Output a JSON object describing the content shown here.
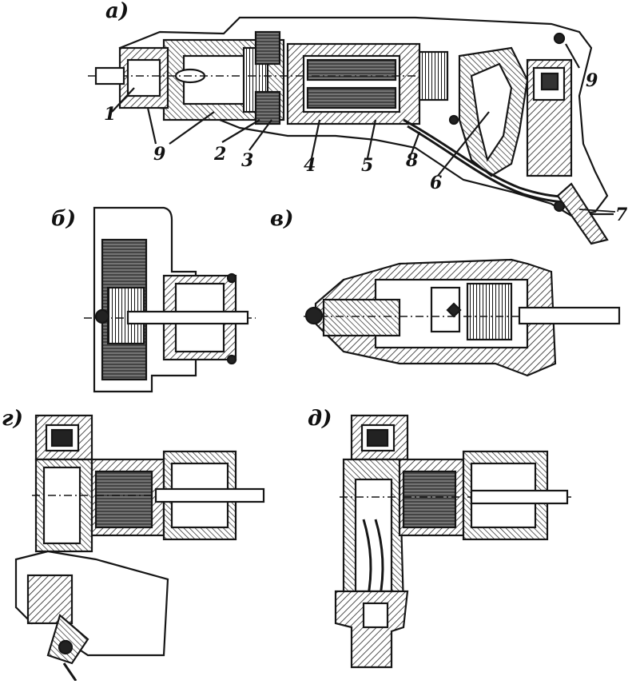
{
  "figure": {
    "panels": [
      {
        "id": "a",
        "label": "а)"
      },
      {
        "id": "b",
        "label": "б)"
      },
      {
        "id": "v",
        "label": "в)"
      },
      {
        "id": "g",
        "label": "г)"
      },
      {
        "id": "d",
        "label": "д)"
      }
    ],
    "callouts": [
      "1",
      "9",
      "2",
      "3",
      "4",
      "5",
      "8",
      "6",
      "7",
      "9"
    ]
  },
  "colors": {
    "ink": "#161616",
    "hatch": "#2a2a2a",
    "paper": "#ffffff",
    "shade": "#5a5a5a"
  }
}
